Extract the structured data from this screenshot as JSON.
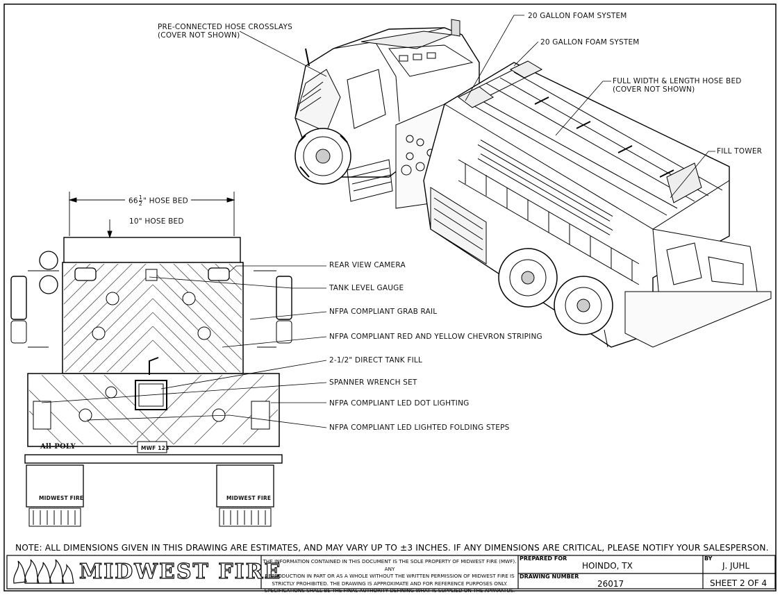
{
  "dimensions": {
    "hose_bed_width_whole": "66",
    "hose_bed_width_num": "1",
    "hose_bed_width_den": "2",
    "hose_bed_width_label": "\" HOSE BED",
    "hose_bed_depth": "10\" HOSE BED"
  },
  "callouts": {
    "crosslays_1": "PRE-CONNECTED HOSE CROSSLAYS",
    "crosslays_2": "(COVER NOT SHOWN)",
    "foam_1": "20 GALLON FOAM SYSTEM",
    "foam_2": "20 GALLON FOAM SYSTEM",
    "hose_bed_1": "FULL WIDTH & LENGTH HOSE BED",
    "hose_bed_2": "(COVER NOT SHOWN)",
    "fill_tower": "FILL TOWER",
    "rear_camera": "REAR VIEW CAMERA",
    "tank_gauge": "TANK LEVEL GAUGE",
    "grab_rail": "NFPA COMPLIANT GRAB RAIL",
    "chevron": "NFPA COMPLIANT RED AND YELLOW CHEVRON STRIPING",
    "tank_fill": "2-1/2\" DIRECT TANK FILL",
    "spanner": "SPANNER WRENCH SET",
    "dot_lighting": "NFPA COMPLIANT LED DOT LIGHTING",
    "folding_steps": "NFPA COMPLIANT LED LIGHTED FOLDING STEPS"
  },
  "truck_markings": {
    "plate": "MWF 123",
    "badge": "All-POLY",
    "mudflap_left": "MIDWEST FIRE",
    "mudflap_right": "MIDWEST FIRE"
  },
  "note": "NOTE: ALL DIMENSIONS GIVEN IN THIS DRAWING ARE ESTIMATES, AND MAY VARY UP TO ±3 INCHES. IF ANY DIMENSIONS ARE CRITICAL, PLEASE NOTIFY YOUR SALESPERSON.",
  "title_block": {
    "company": "MIDWEST FIRE",
    "disclaimer": [
      "THE INFORMATION CONTAINED IN THIS DOCUMENT IS THE SOLE PROPERTY OF MIDWEST FIRE (MWF). ANY",
      "REPRODUCTION IN PART OR AS A WHOLE WITHOUT THE WRITTEN PERMISSION OF MIDWEST FIRE IS",
      "STRICTLY PROHIBITED. THE DRAWING IS APPROXIMATE AND FOR REFERENCE PURPOSES ONLY.",
      "SPECIFICATIONS SHALL BE THE FINAL AUTHORITY DEFINING WHAT IS SUPPLIED ON THE APPARATUS."
    ],
    "prepared_for_label": "PREPARED FOR",
    "prepared_for": "HOINDO, TX",
    "drawing_number_label": "DRAWING NUMBER",
    "drawing_number": "26017",
    "by_label": "BY",
    "by": "J. JUHL",
    "sheet": "SHEET 2 OF 4"
  }
}
